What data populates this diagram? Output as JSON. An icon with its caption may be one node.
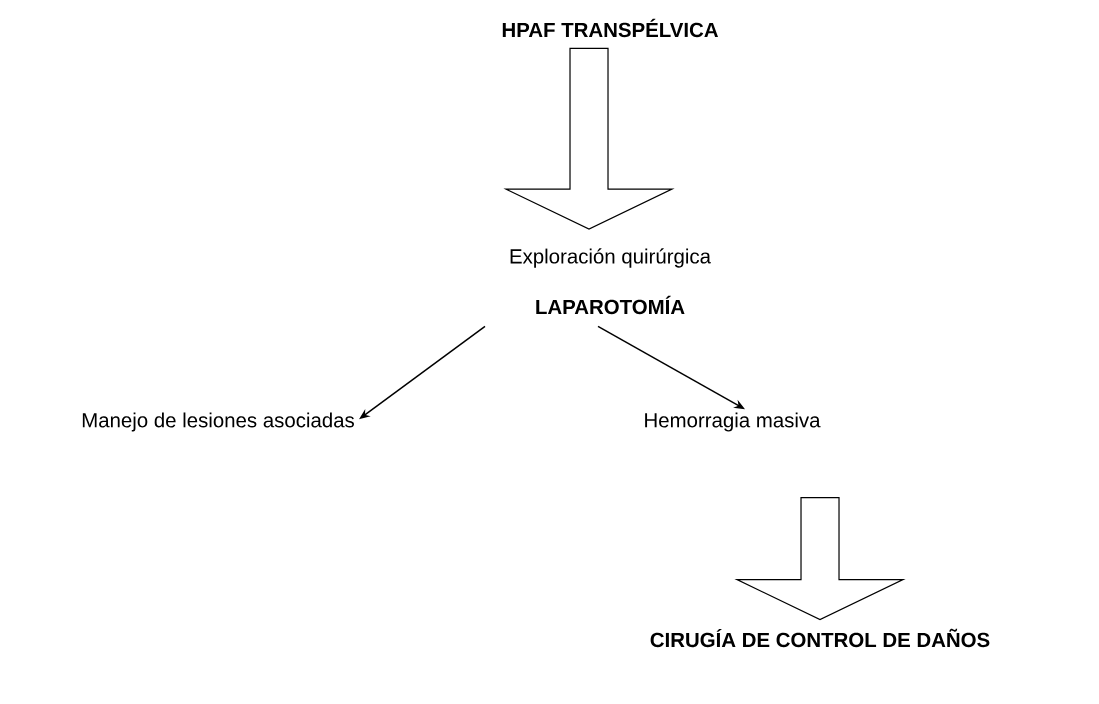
{
  "diagram": {
    "nodes": [
      {
        "text": [
          "HPAF TRANSPÉLVICA"
        ]
      },
      {
        "text": [
          "Exploración quirúrgica"
        ]
      },
      {
        "text": [
          "LAPAROTOMÍA"
        ]
      },
      {
        "text": [
          "Manejo de lesiones asociadas"
        ]
      },
      {
        "text": [
          "Hemorragia masiva"
        ]
      },
      {
        "text": [
          "CIRUGÍA DE CONTROL DE DAÑOS"
        ]
      }
    ],
    "edges": [
      {
        "from": 0,
        "to": 1,
        "arrow": "to",
        "style": "thick"
      },
      {
        "from": 2,
        "to": 3,
        "arrow": "to"
      },
      {
        "from": 2,
        "to": 4,
        "arrow": "to"
      },
      {
        "from": 4,
        "to": 5,
        "arrow": "to",
        "style": "thick"
      }
    ]
  }
}
